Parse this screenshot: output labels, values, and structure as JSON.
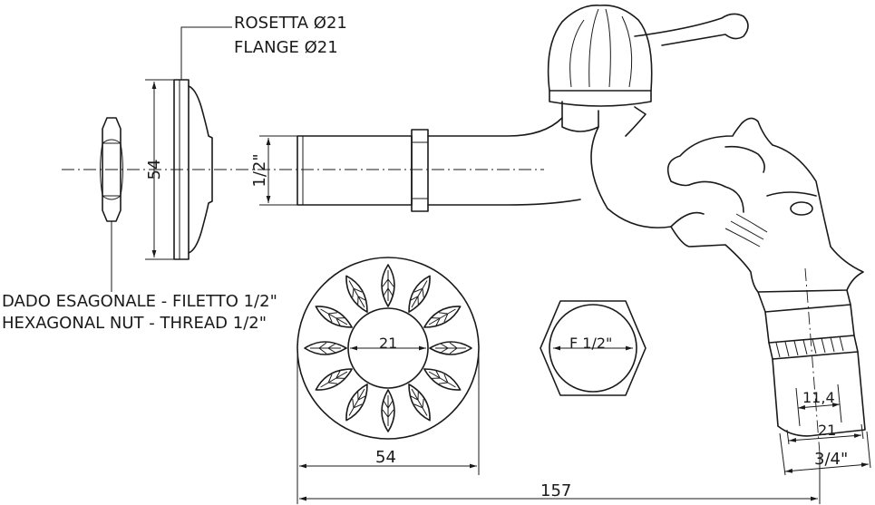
{
  "labels": {
    "flange_it": "ROSETTA Ø21",
    "flange_en": "FLANGE Ø21",
    "nut_it": "DADO ESAGONALE - FILETTO 1/2\"",
    "nut_en": "HEXAGONAL NUT - THREAD 1/2\""
  },
  "dimensions": {
    "flange_height": "54",
    "thread_side": "1/2\"",
    "rosette_inner": "21",
    "rosette_outer": "54",
    "nut_thread": "F 1/2\"",
    "outlet_inner": "11,4",
    "outlet_mid": "21",
    "outlet_thread": "3/4\"",
    "overall_length": "157"
  }
}
